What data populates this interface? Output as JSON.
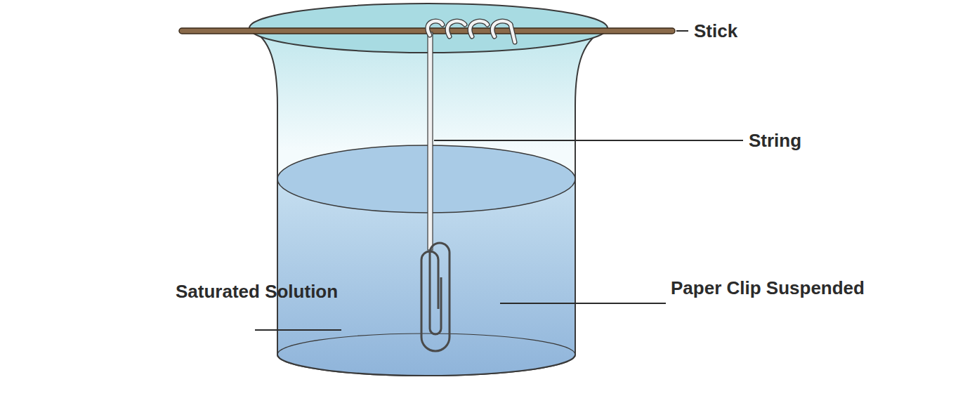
{
  "diagram": {
    "labels": [
      "Stick",
      "String",
      "Paper Clip Suspended",
      "Saturated Solution"
    ]
  }
}
